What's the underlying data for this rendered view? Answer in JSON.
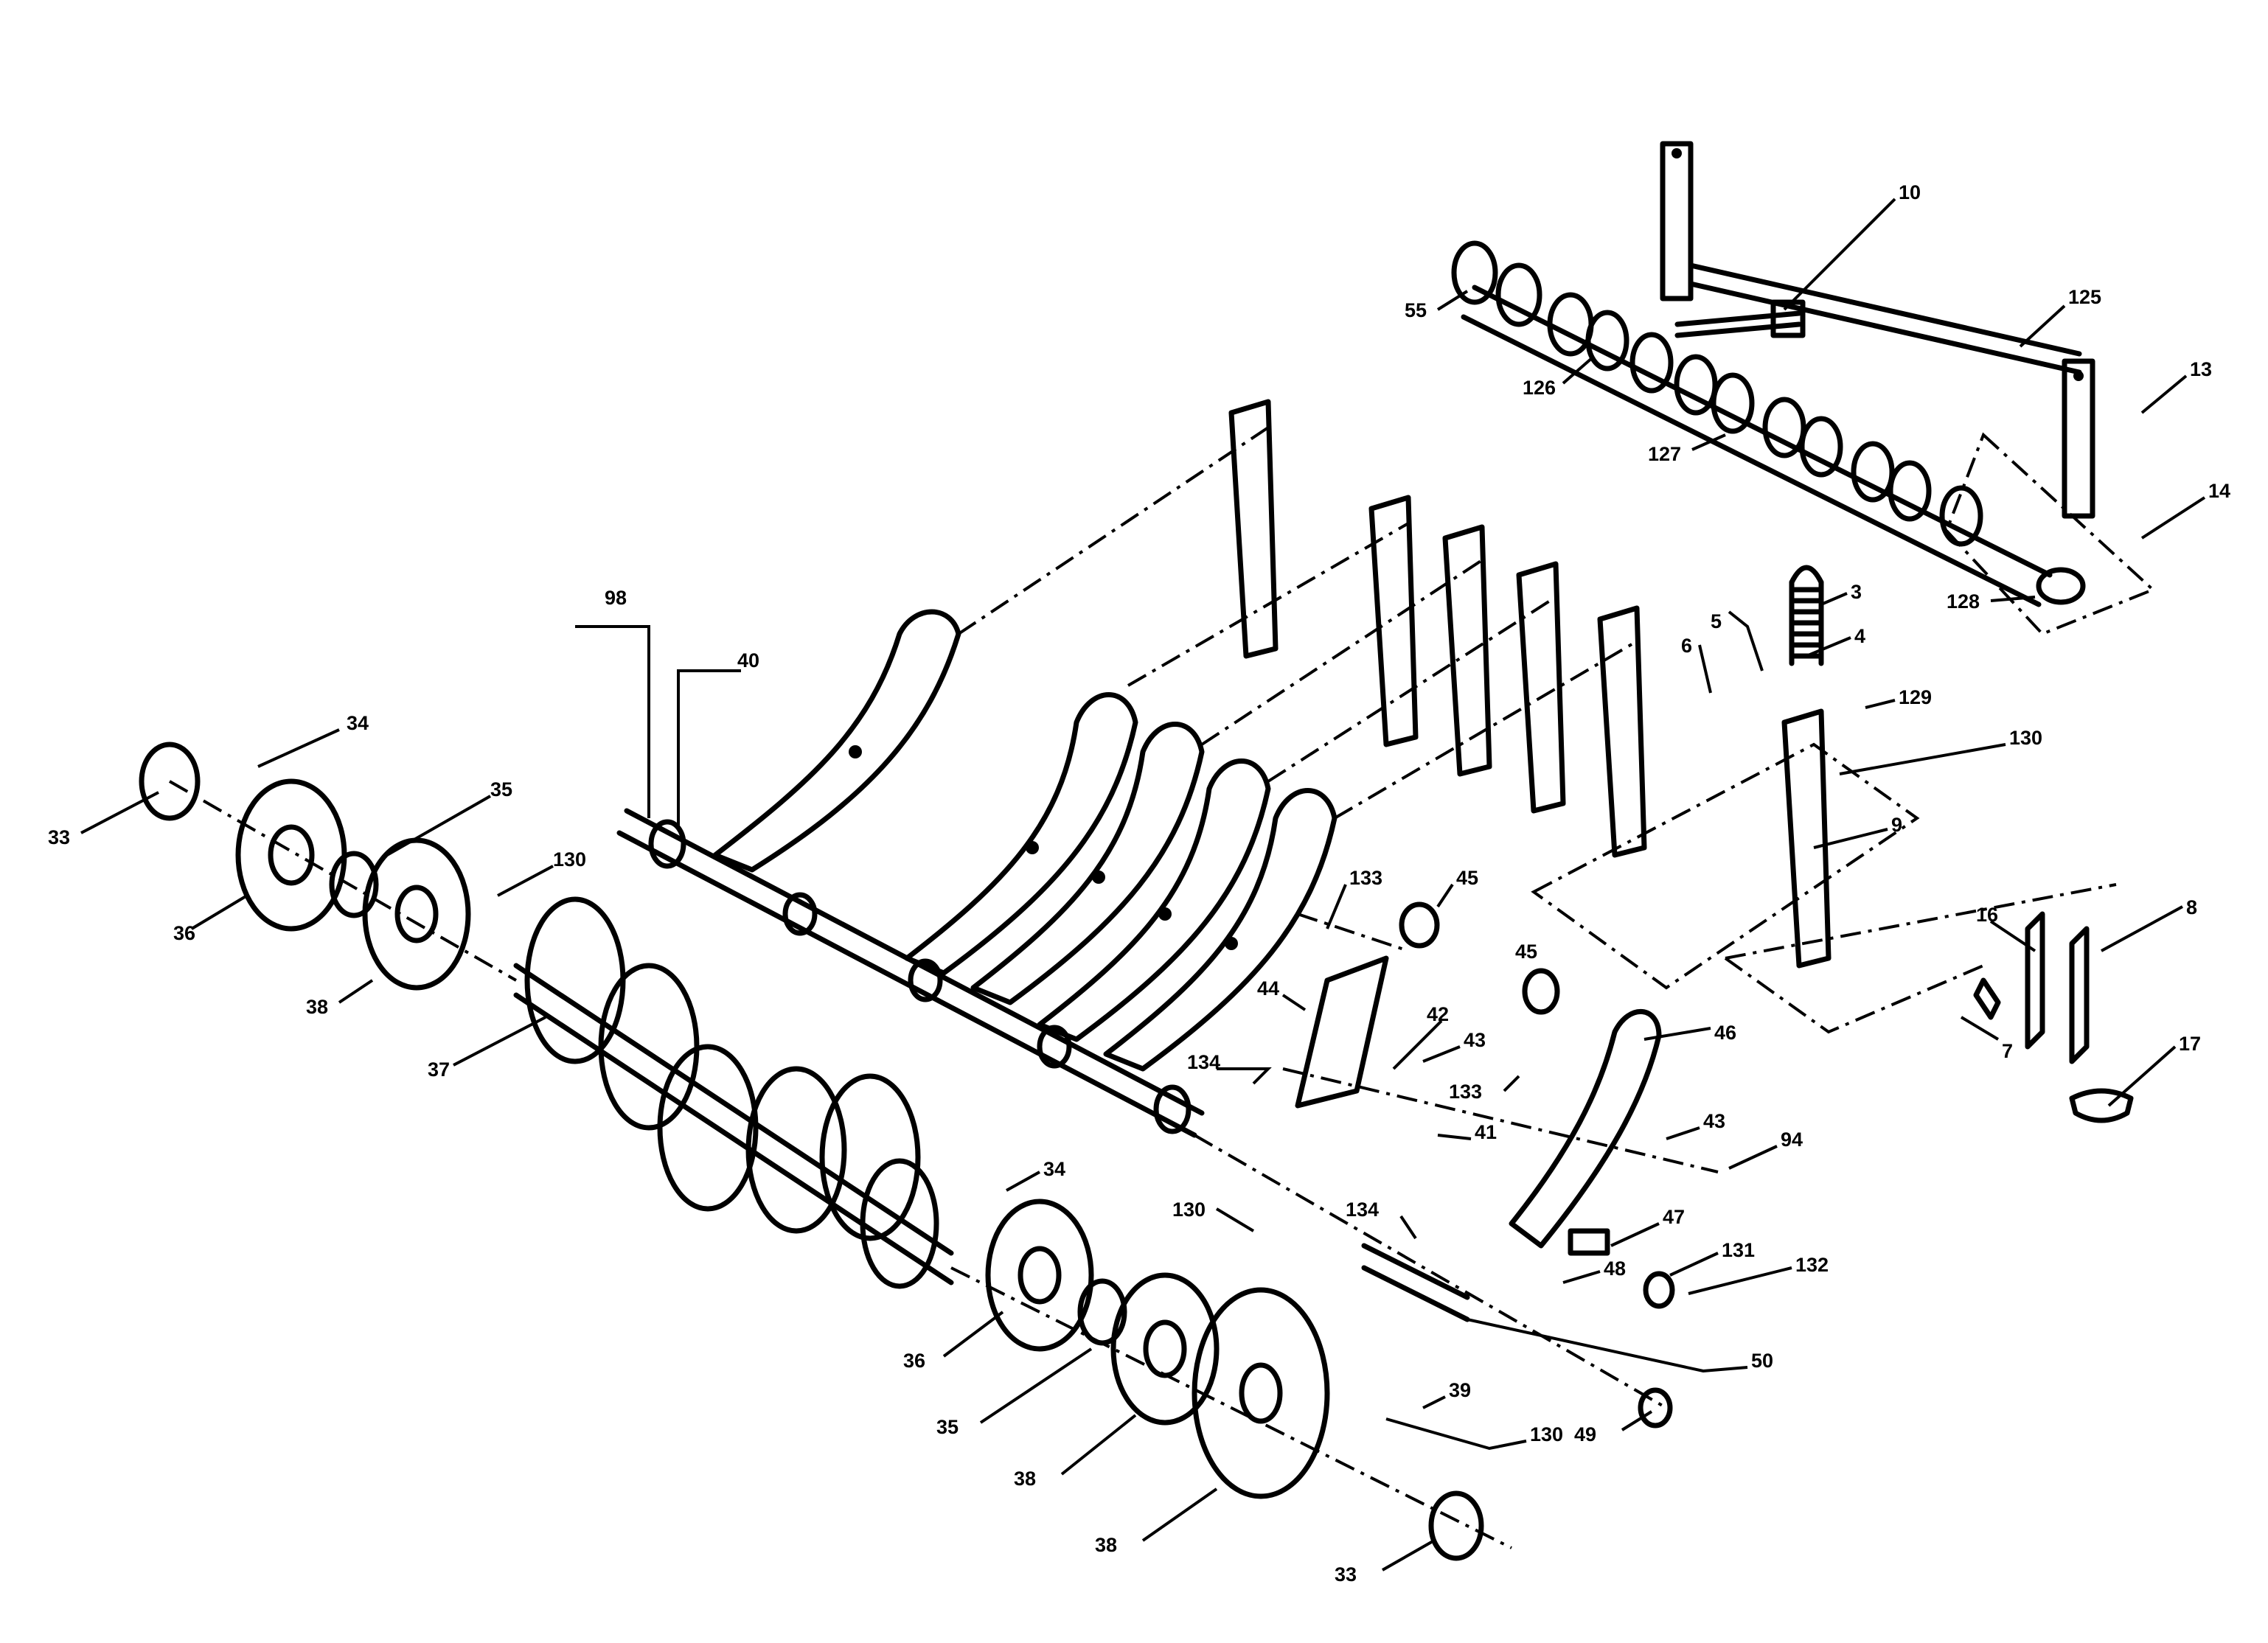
{
  "callouts": [
    {
      "id": "c10",
      "text": "10"
    },
    {
      "id": "c125",
      "text": "125"
    },
    {
      "id": "c13",
      "text": "13"
    },
    {
      "id": "c14",
      "text": "14"
    },
    {
      "id": "c55",
      "text": "55"
    },
    {
      "id": "c126",
      "text": "126"
    },
    {
      "id": "c127",
      "text": "127"
    },
    {
      "id": "c128",
      "text": "128"
    },
    {
      "id": "c3",
      "text": "3"
    },
    {
      "id": "c5",
      "text": "5"
    },
    {
      "id": "c4",
      "text": "4"
    },
    {
      "id": "c6",
      "text": "6"
    },
    {
      "id": "c129",
      "text": "129"
    },
    {
      "id": "c130a",
      "text": "130"
    },
    {
      "id": "c9",
      "text": "9"
    },
    {
      "id": "c98",
      "text": "98"
    },
    {
      "id": "c40",
      "text": "40"
    },
    {
      "id": "c34a",
      "text": "34"
    },
    {
      "id": "c35a",
      "text": "35"
    },
    {
      "id": "c33a",
      "text": "33"
    },
    {
      "id": "c36a",
      "text": "36"
    },
    {
      "id": "c130b",
      "text": "130"
    },
    {
      "id": "c38a",
      "text": "38"
    },
    {
      "id": "c37",
      "text": "37"
    },
    {
      "id": "c133a",
      "text": "133"
    },
    {
      "id": "c45a",
      "text": "45"
    },
    {
      "id": "c45b",
      "text": "45"
    },
    {
      "id": "c44",
      "text": "44"
    },
    {
      "id": "c42",
      "text": "42"
    },
    {
      "id": "c43a",
      "text": "43"
    },
    {
      "id": "c134a",
      "text": "134"
    },
    {
      "id": "c133b",
      "text": "133"
    },
    {
      "id": "c46",
      "text": "46"
    },
    {
      "id": "c41",
      "text": "41"
    },
    {
      "id": "c43b",
      "text": "43"
    },
    {
      "id": "c94",
      "text": "94"
    },
    {
      "id": "c16",
      "text": "16"
    },
    {
      "id": "c8",
      "text": "8"
    },
    {
      "id": "c7",
      "text": "7"
    },
    {
      "id": "c17",
      "text": "17"
    },
    {
      "id": "c34b",
      "text": "34"
    },
    {
      "id": "c130c",
      "text": "130"
    },
    {
      "id": "c134b",
      "text": "134"
    },
    {
      "id": "c47",
      "text": "47"
    },
    {
      "id": "c131",
      "text": "131"
    },
    {
      "id": "c132",
      "text": "132"
    },
    {
      "id": "c48",
      "text": "48"
    },
    {
      "id": "c50",
      "text": "50"
    },
    {
      "id": "c36b",
      "text": "36"
    },
    {
      "id": "c35b",
      "text": "35"
    },
    {
      "id": "c38b",
      "text": "38"
    },
    {
      "id": "c39",
      "text": "39"
    },
    {
      "id": "c130d",
      "text": "130"
    },
    {
      "id": "c49",
      "text": "49"
    },
    {
      "id": "c38c",
      "text": "38"
    },
    {
      "id": "c33b",
      "text": "33"
    }
  ]
}
